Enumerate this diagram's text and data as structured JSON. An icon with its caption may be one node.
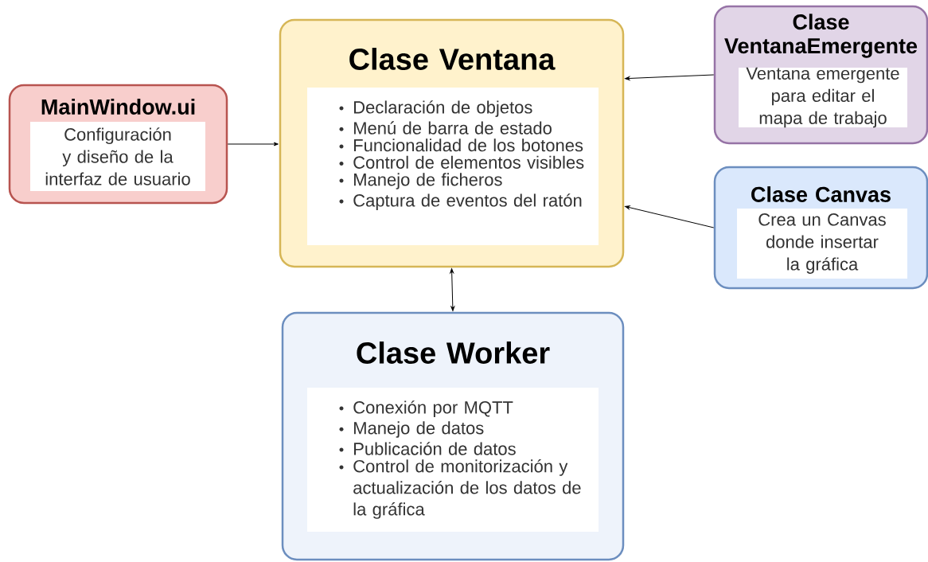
{
  "diagram": {
    "nodes": [
      {
        "text": [
          "MainWindow.ui",
          "Configuración y diseño de la interfaz de usuario"
        ]
      },
      {
        "text": [
          "Clase Ventana",
          "Declaración de objetos",
          "Menú de barra de estado",
          "Funcionalidad de los botones",
          "Control de elementos visibles",
          "Manejo de ficheros",
          "Captura de eventos del ratón"
        ]
      },
      {
        "text": [
          "Clase VentanaEmergente",
          "Ventana emergente para editar el mapa de trabajo"
        ]
      },
      {
        "text": [
          "Clase Canvas",
          "Crea un Canvas donde insertar la gráfica"
        ]
      },
      {
        "text": [
          "Clase Worker",
          "Conexión por MQTT",
          "Manejo de datos",
          "Publicación de datos",
          "Control de monitorización y actualización de los datos de la gráfica"
        ]
      }
    ],
    "edges": [
      {
        "from": 0,
        "to": 1,
        "arrow": "to"
      },
      {
        "from": 2,
        "to": 1,
        "arrow": "to"
      },
      {
        "from": 3,
        "to": 1,
        "arrow": "to"
      },
      {
        "from": 1,
        "to": 4,
        "arrow": "both"
      }
    ]
  }
}
